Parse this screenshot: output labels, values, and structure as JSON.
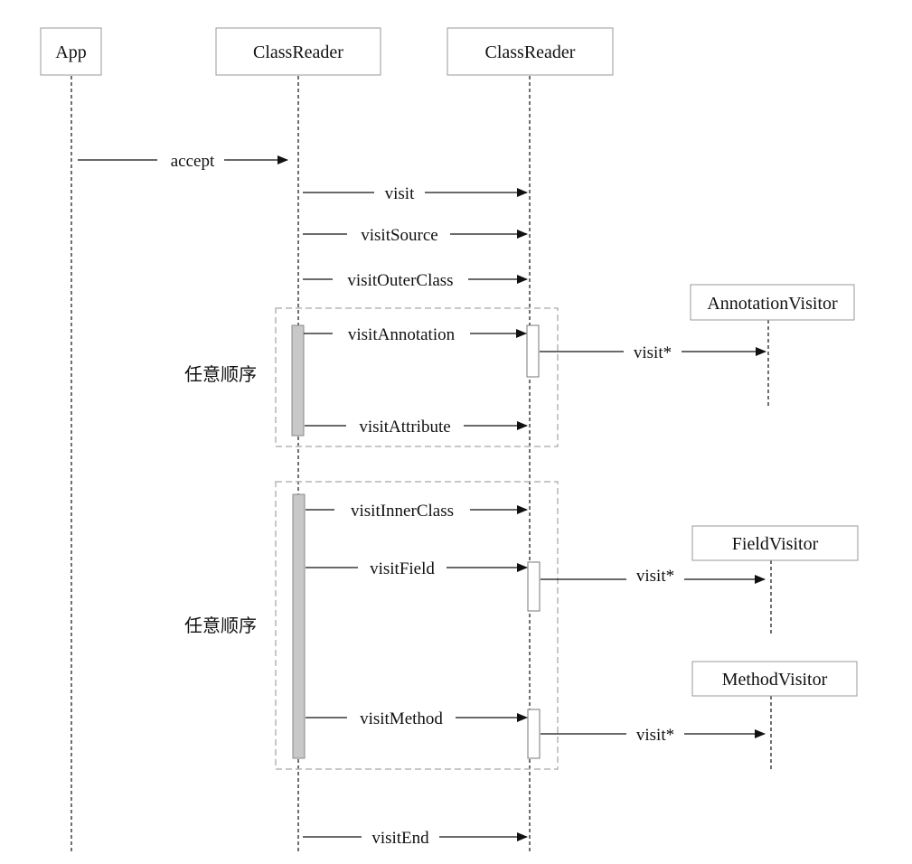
{
  "participants": {
    "app": "App",
    "class_reader_1": "ClassReader",
    "class_reader_2": "ClassReader",
    "annotation_visitor": "AnnotationVisitor",
    "field_visitor": "FieldVisitor",
    "method_visitor": "MethodVisitor"
  },
  "messages": {
    "accept": "accept",
    "visit": "visit",
    "visit_source": "visitSource",
    "visit_outer_class": "visitOuterClass",
    "visit_annotation": "visitAnnotation",
    "annotation_visit": "visit*",
    "visit_attribute": "visitAttribute",
    "visit_inner_class": "visitInnerClass",
    "visit_field": "visitField",
    "field_visit": "visit*",
    "visit_method": "visitMethod",
    "method_visit": "visit*",
    "visit_end": "visitEnd"
  },
  "groups": {
    "group_1_label": "任意顺序",
    "group_2_label": "任意顺序"
  }
}
